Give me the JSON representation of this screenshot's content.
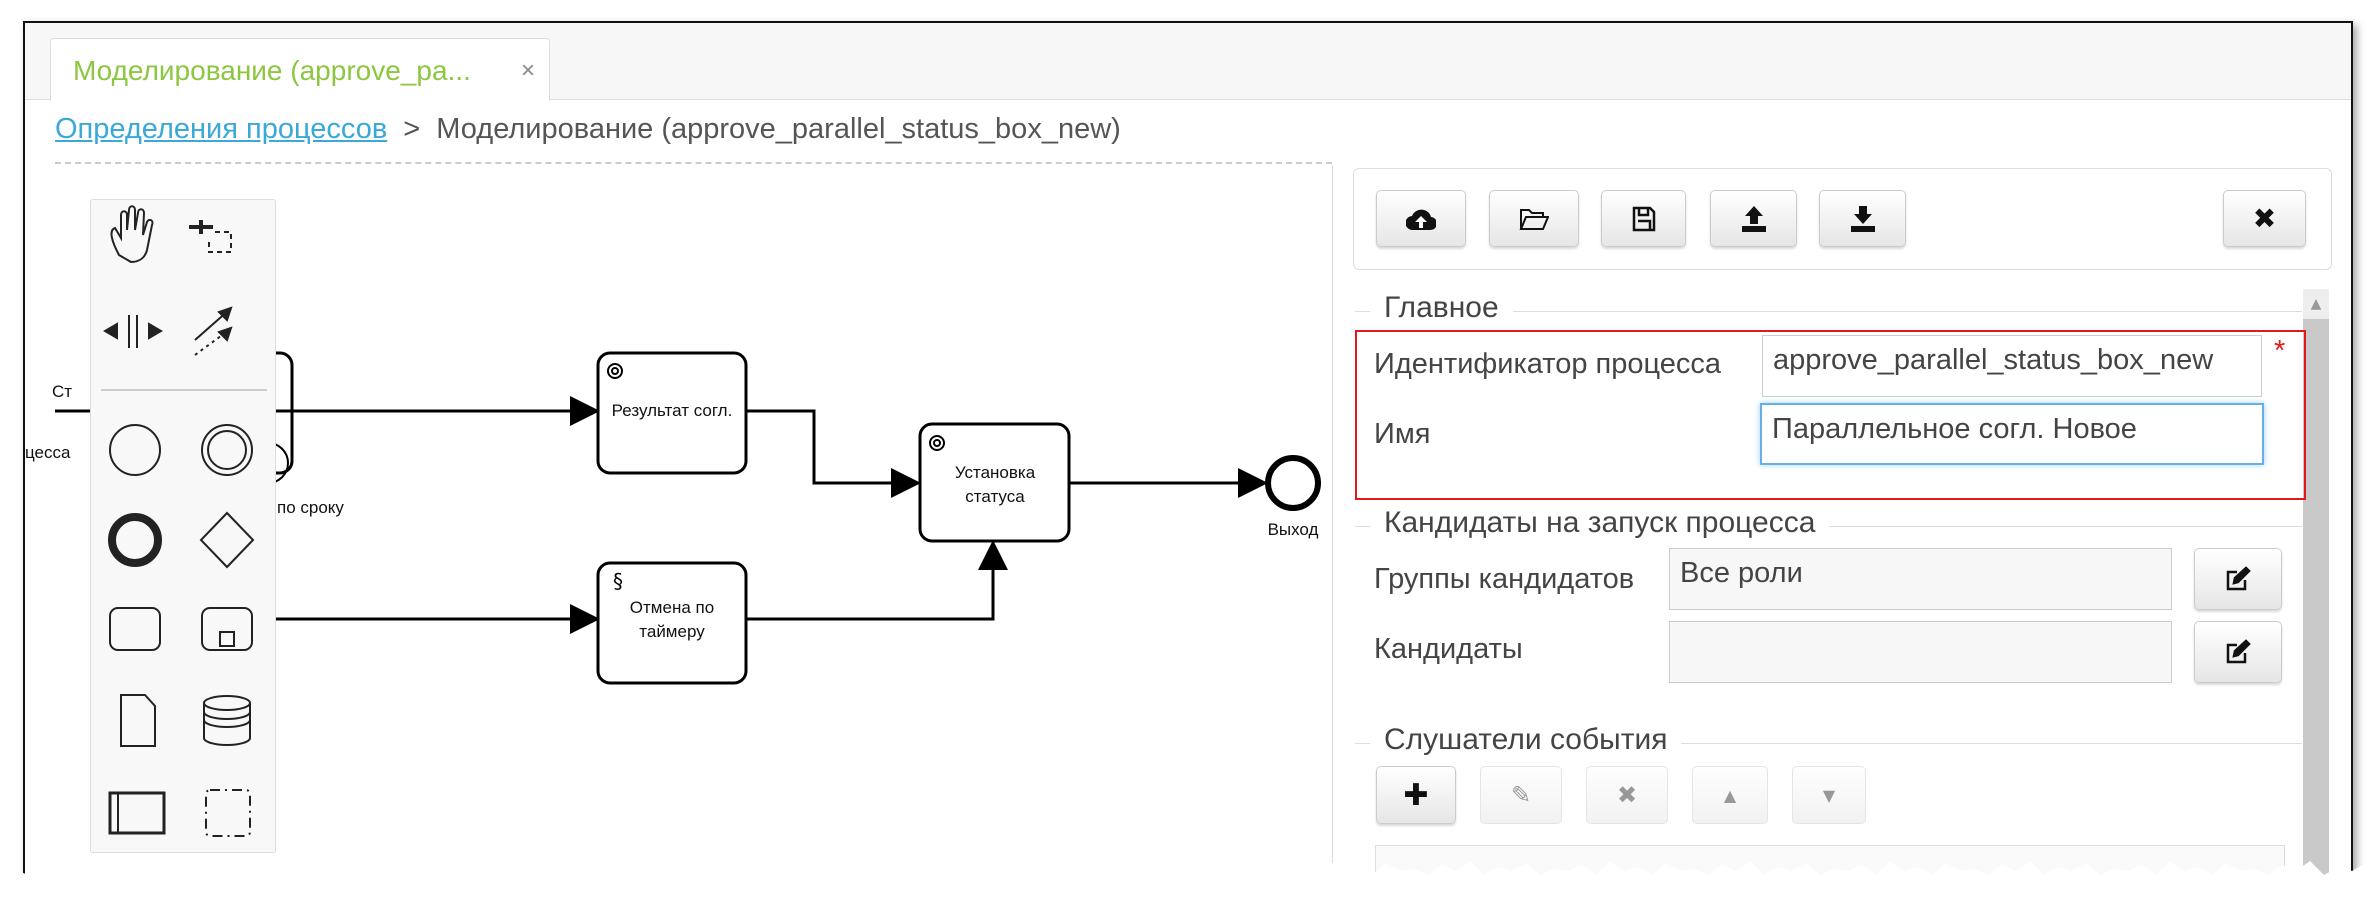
{
  "tab": {
    "label": "Моделирование (approve_pa...",
    "close": "×"
  },
  "breadcrumb": {
    "link": "Определения процессов",
    "separator": ">",
    "current": "Моделирование (approve_parallel_status_box_new)"
  },
  "diagram": {
    "tasks": [
      {
        "label": [
          "Результат согл."
        ],
        "type": "service"
      },
      {
        "label": [
          "Отмена по",
          "таймеру"
        ],
        "type": "script"
      },
      {
        "label": [
          "Установка",
          "статуса"
        ],
        "type": "service"
      }
    ],
    "end_event": "Выход",
    "partial_labels": [
      "Ст",
      "цесса",
      "по сроку"
    ]
  },
  "palette": {
    "tools": [
      "hand-tool",
      "lasso-tool",
      "space-tool",
      "connect-tool",
      "start-event",
      "intermediate-event",
      "end-event",
      "gateway",
      "task",
      "subprocess",
      "data-object",
      "data-store",
      "pool",
      "group"
    ]
  },
  "toolbar": {
    "buttons": [
      "deploy",
      "open",
      "save",
      "upload",
      "download"
    ],
    "close": "close"
  },
  "properties": {
    "main": {
      "title": "Главное",
      "id_label": "Идентификатор процесса",
      "id_value": "approve_parallel_status_box_new",
      "required": "*",
      "name_label": "Имя",
      "name_value": "Параллельное согл. Новое"
    },
    "candidates": {
      "title": "Кандидаты на запуск процесса",
      "groups_label": "Группы кандидатов",
      "groups_value": "Все роли",
      "users_label": "Кандидаты",
      "users_value": ""
    },
    "listeners": {
      "title": "Слушатели события"
    }
  },
  "colors": {
    "tab_text": "#8dc63f",
    "link": "#3aa8d8",
    "highlight": "#e0191b",
    "focus": "#66afe9"
  }
}
